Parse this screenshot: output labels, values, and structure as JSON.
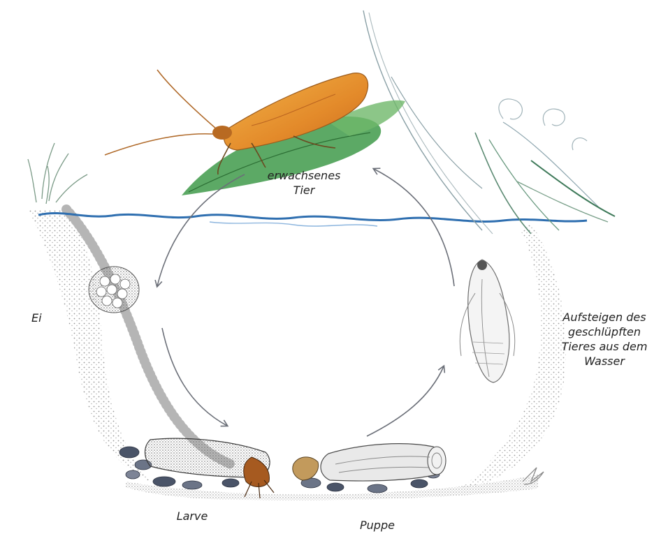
{
  "diagram": {
    "stages": {
      "adult": "erwachsenes\nTier",
      "egg": "Ei",
      "larva": "Larve",
      "pupa": "Puppe",
      "emergence": "Aufsteigen des\ngeschlüpften\nTieres aus dem\nWasser"
    },
    "colors": {
      "water": "#2f6fb0",
      "arrow": "#6b6f78",
      "sediment": "#9a9a9a",
      "wing": "#e8a23a",
      "leaf": "#3f9a4a"
    },
    "icons": {
      "adult": "caddisfly-adult-icon",
      "egg": "egg-cluster-icon",
      "larva": "larva-case-icon",
      "pupa": "pupa-case-icon",
      "emergence": "emerging-pupa-icon"
    }
  }
}
